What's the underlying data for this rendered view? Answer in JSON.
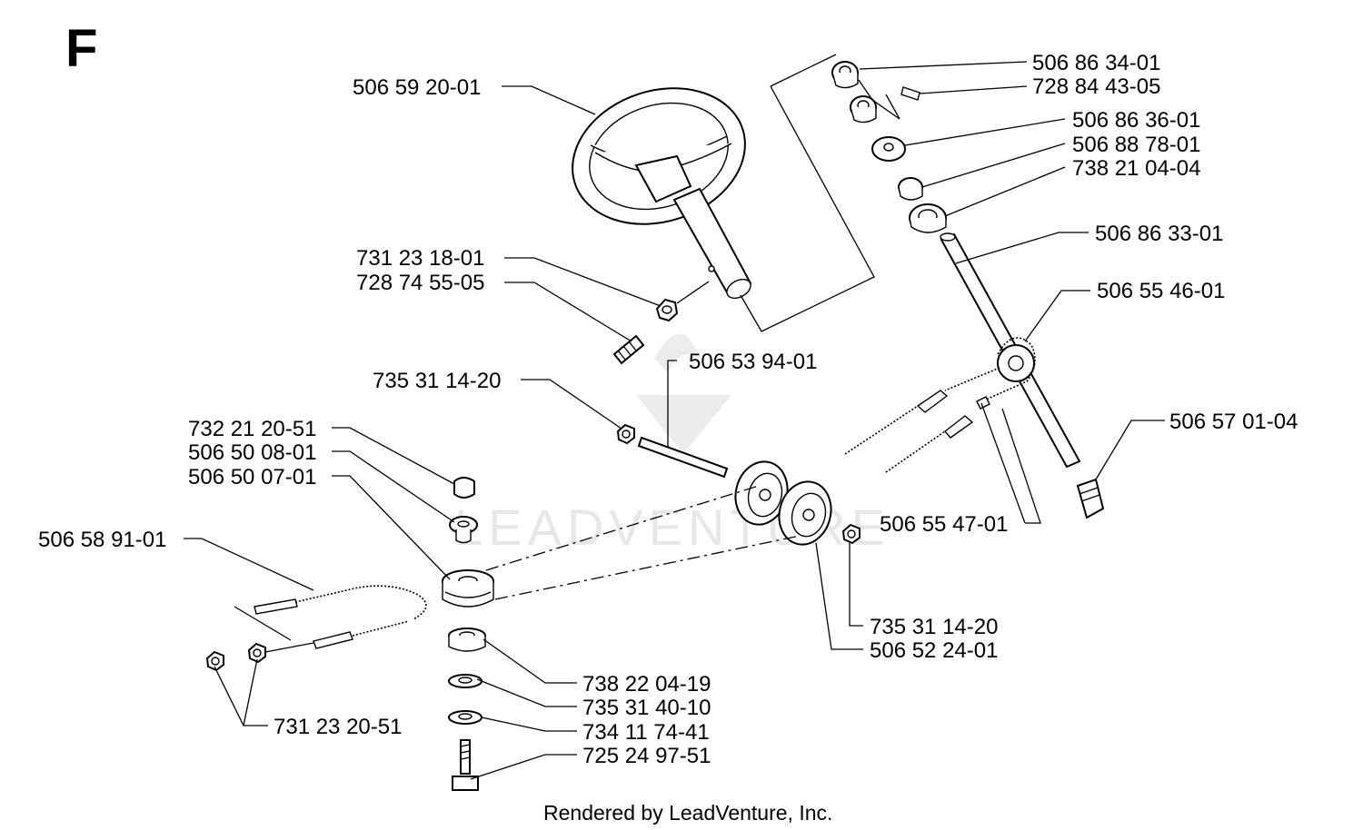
{
  "section_letter": "F",
  "footer": "Rendered by LeadVenture, Inc.",
  "watermark": "LEADVENTURE",
  "labels": {
    "p_506_86_34_01": "506 86 34-01",
    "p_728_84_43_05": "728 84 43-05",
    "p_506_86_36_01": "506 86 36-01",
    "p_506_88_78_01": "506 88 78-01",
    "p_738_21_04_04": "738 21 04-04",
    "p_506_86_33_01": "506 86 33-01",
    "p_506_55_46_01": "506 55 46-01",
    "p_506_57_01_04": "506 57 01-04",
    "p_506_59_20_01": "506 59 20-01",
    "p_731_23_18_01": "731 23 18-01",
    "p_728_74_55_05": "728 74 55-05",
    "p_506_53_94_01": "506 53 94-01",
    "p_735_31_14_20_a": "735 31 14-20",
    "p_732_21_20_51": "732 21 20-51",
    "p_506_50_08_01": "506 50 08-01",
    "p_506_50_07_01": "506 50 07-01",
    "p_506_58_91_01": "506 58 91-01",
    "p_506_55_47_01": "506 55 47-01",
    "p_735_31_14_20_b": "735 31 14-20",
    "p_506_52_24_01": "506 52 24-01",
    "p_738_22_04_19": "738 22 04-19",
    "p_735_31_40_10": "735 31 40-10",
    "p_734_11_74_41": "734 11 74-41",
    "p_725_24_97_51": "725 24 97-51",
    "p_731_23_20_51": "731 23 20-51"
  }
}
